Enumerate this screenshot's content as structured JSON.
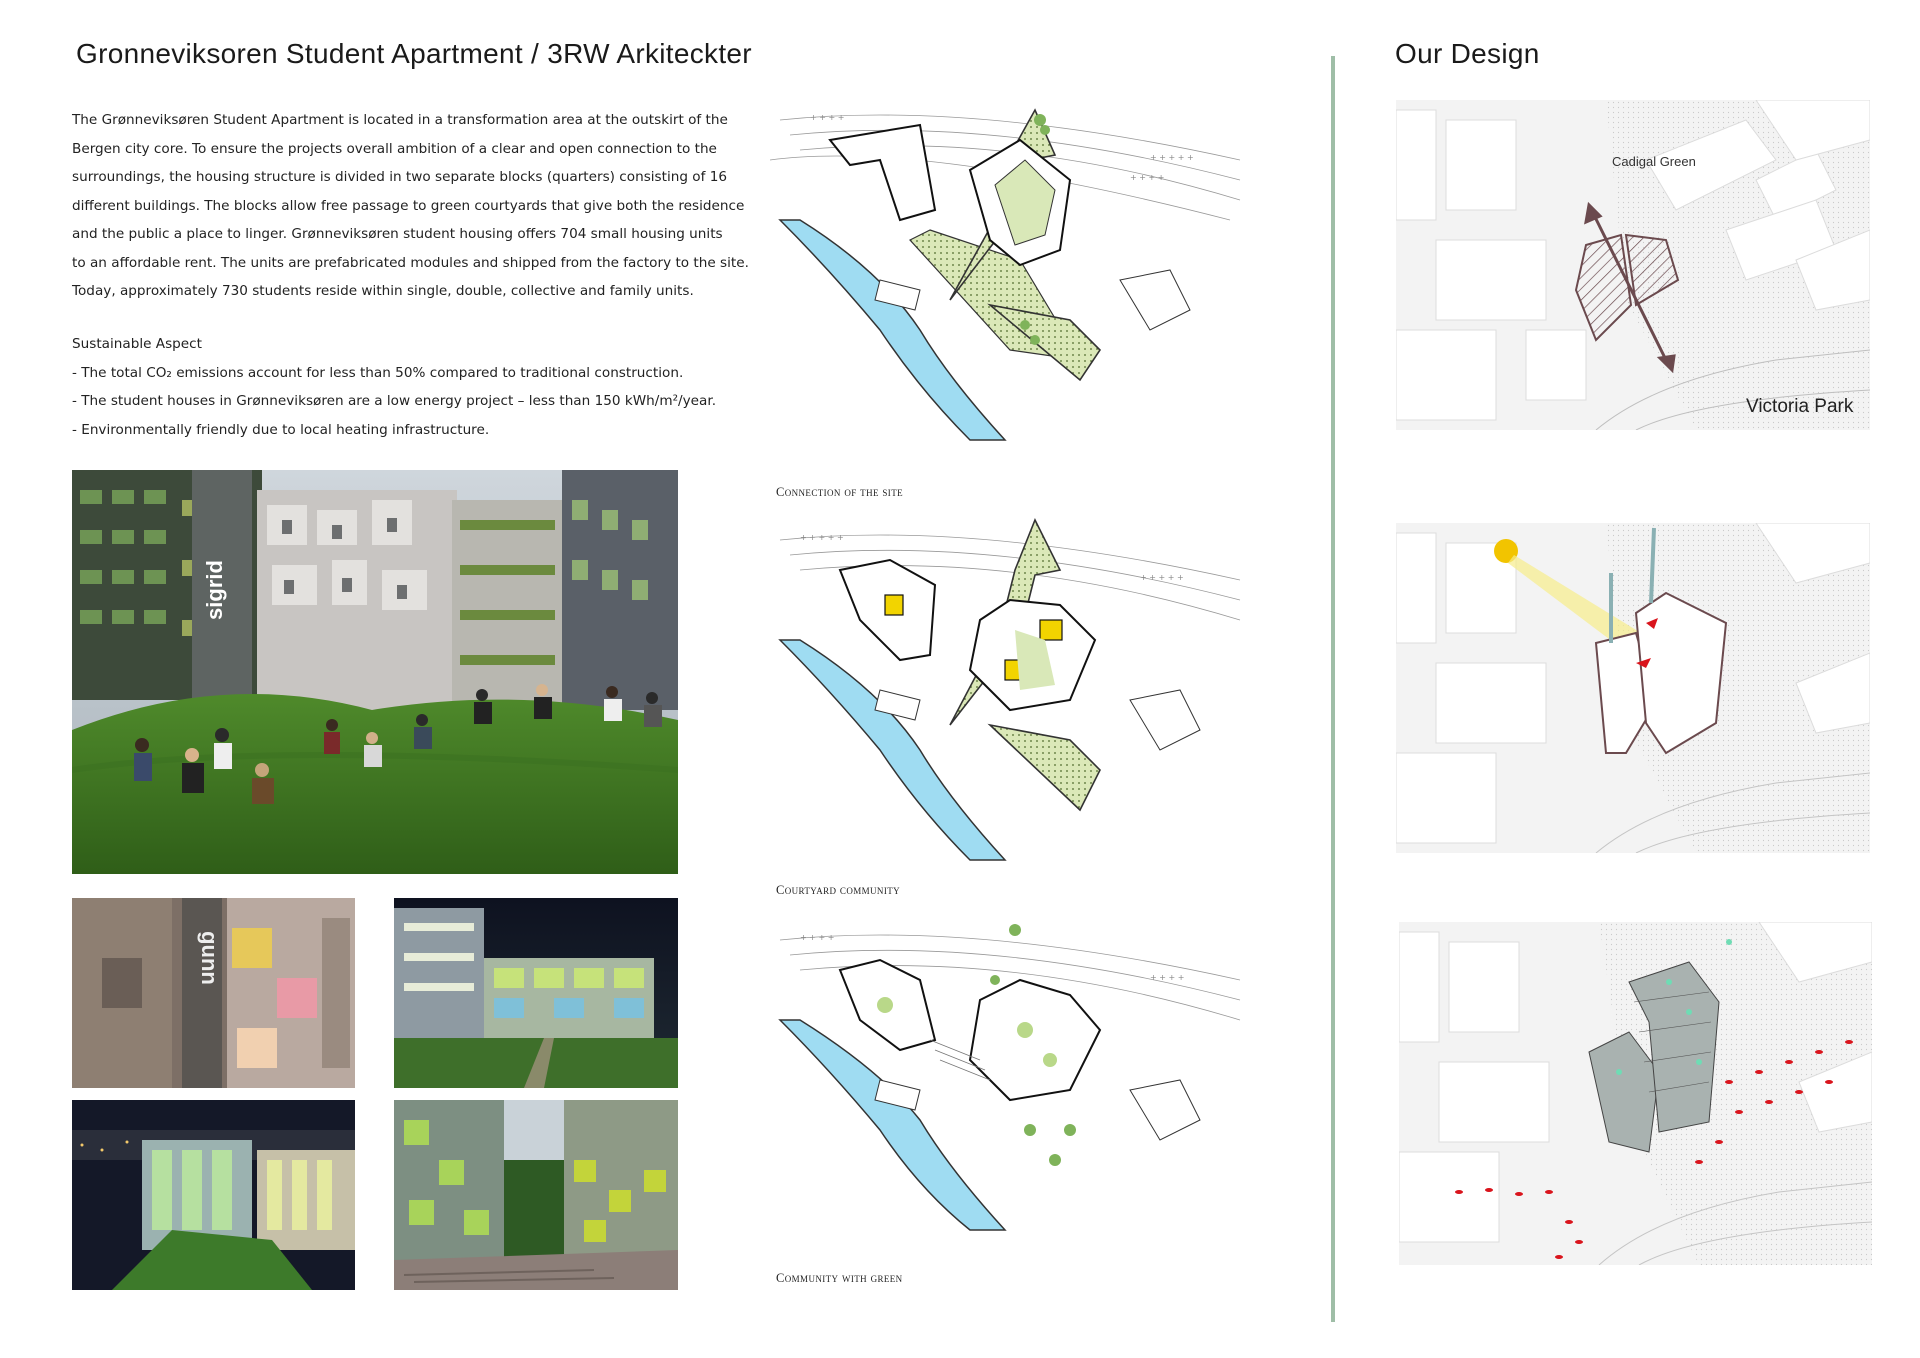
{
  "left": {
    "title": "Gronneviksoren Student Apartment / 3RW Arkiteckter",
    "description_lines": [
      "The Grønneviksøren Student Apartment is located in a transformation area at the outskirt of the",
      "Bergen city core. To ensure the projects overall ambition of a clear and open connection to the",
      "surroundings, the housing structure is divided in two separate blocks (quarters) consisting of 16",
      "different buildings. The blocks allow free passage to green courtyards that give both the residence",
      "and the public a place to linger. Grønneviksøren student housing offers 704 small housing units",
      "to an affordable rent. The units are prefabricated modules and shipped from the factory to the site.",
      "Today, approximately 730 students reside within single, double, collective and family units."
    ],
    "sustainable": {
      "heading": "Sustainable Aspect",
      "items": [
        "- The total CO₂ emissions account for less than 50% compared to traditional construction.",
        "- The student houses in Grønneviksøren are a low energy project – less than 150 kWh/m²/year.",
        "- Environmentally friendly due to local heating infrastructure."
      ]
    },
    "photos": {
      "main_sign": "sigrid",
      "small_sign": "gunn"
    }
  },
  "diagrams": {
    "captions": [
      "Connection of the site",
      "Courtyard community",
      "Community with green"
    ]
  },
  "right": {
    "title": "Our Design",
    "map_labels": {
      "green": "Cadigal Green",
      "park": "Victoria Park"
    }
  },
  "colors": {
    "divider": "#9fbea7",
    "water": "#9fdcf2",
    "green_hatch": "#dbe8b8",
    "yellow": "#f2d400",
    "red_path": "#d9141c"
  }
}
